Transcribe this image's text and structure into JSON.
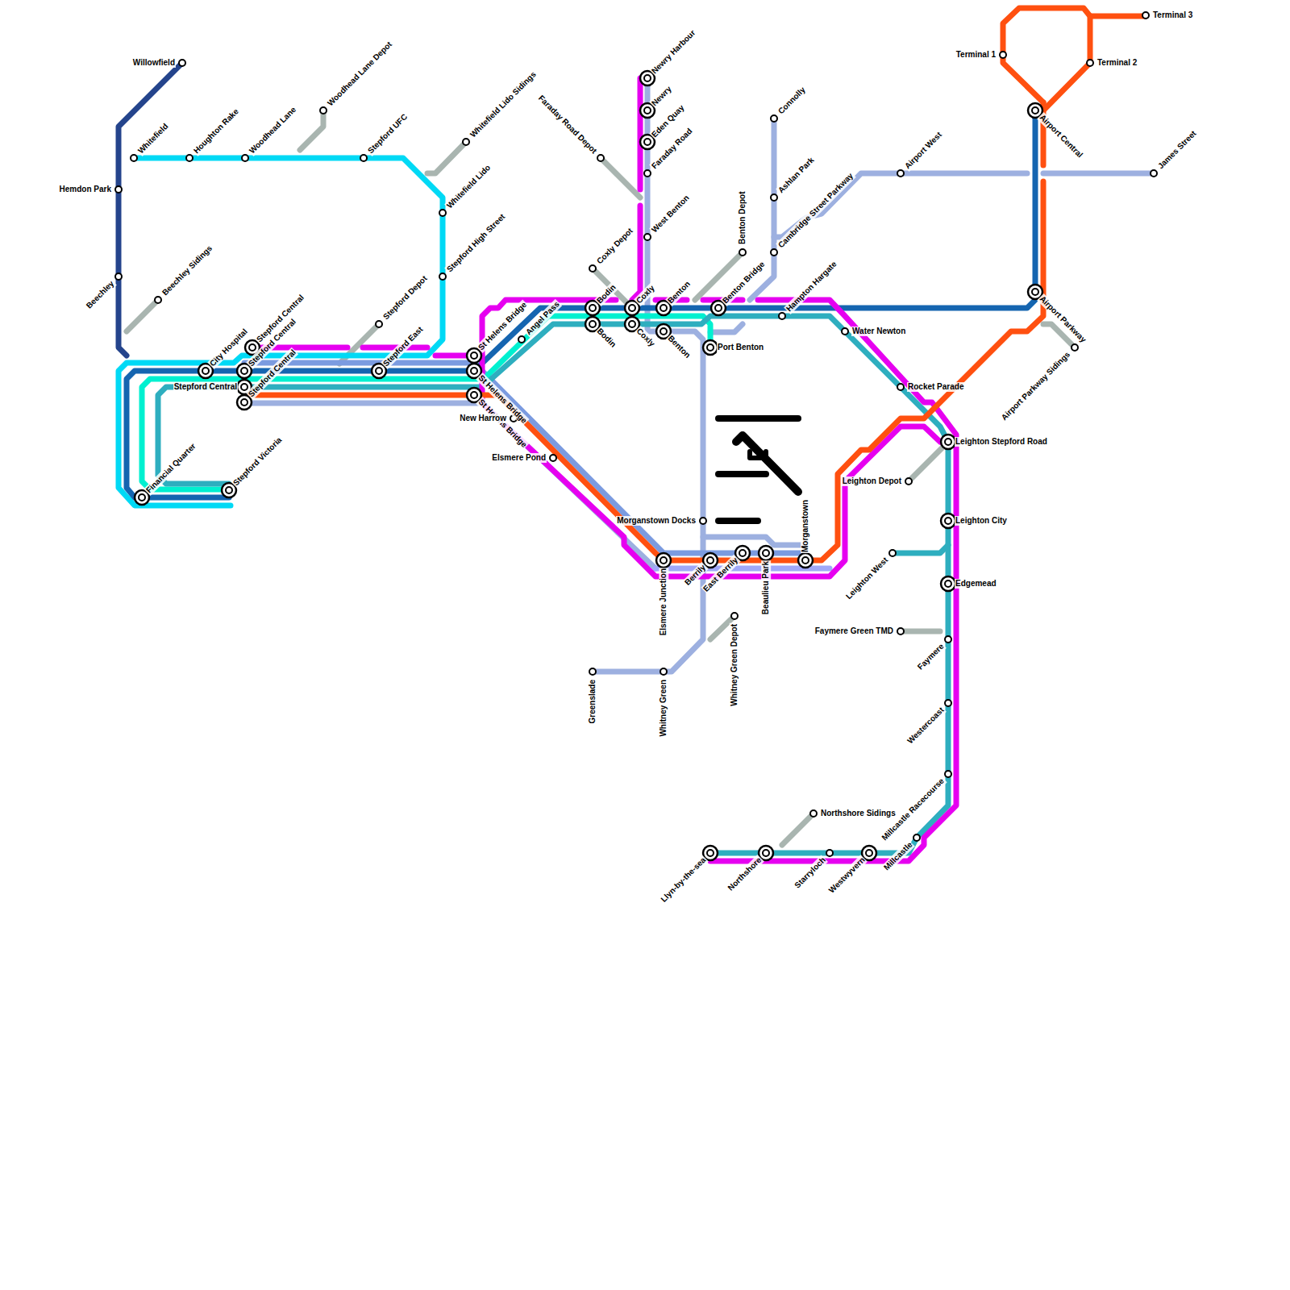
{
  "diagram": {
    "labels": [
      "Willowfield",
      "Whitefield",
      "Houghton Rake",
      "Woodhead Lane",
      "Woodhead Lane Depot",
      "Stepford UFC",
      "Whitefield Lido Sidings",
      "Whitefield Lido",
      "Stepford High Street",
      "Hemdon Park",
      "Beechley",
      "Beechley Sidings",
      "City Hospital",
      "Stepford Central",
      "Stepford Central",
      "Stepford Central",
      "Stepford Central",
      "Stepford Victoria",
      "Financial Quarter",
      "Stepford Depot",
      "Stepford East",
      "St Helens Bridge",
      "St Helens Bridge",
      "St Helens Bridge",
      "Angel Pass",
      "New Harrow",
      "Elsmere Pond",
      "Coxly Depot",
      "Bodin",
      "Bodin",
      "Coxly",
      "Coxly",
      "Benton",
      "Benton",
      "Faraday Road Depot",
      "Newry Harbour",
      "Newry",
      "Eden Quay",
      "Faraday Road",
      "West Benton",
      "Benton Depot",
      "Benton Bridge",
      "Port Benton",
      "Connolly",
      "Ashlan Park",
      "Cambridge Street Parkway",
      "Hampton Hargate",
      "Water Newton",
      "Airport West",
      "James Street",
      "Terminal 1",
      "Terminal 2",
      "Terminal 3",
      "Airport Central",
      "Airport Parkway",
      "Airport Parkway Sidings",
      "Rocket Parade",
      "Leighton Stepford Road",
      "Leighton Depot",
      "Leighton City",
      "Leighton West",
      "Edgemead",
      "Faymere Green TMD",
      "Faymere",
      "Westercoast",
      "Millcastle Racecourse",
      "Millcastle",
      "Northshore Sidings",
      "Llyn-by-the-sea",
      "Northshore",
      "Starryloch",
      "Westwyvern",
      "Morganstown Docks",
      "Morganstown",
      "Beaulieu Park",
      "East Berrily",
      "Berrily",
      "Elsmere Junction",
      "Whitney Green Depot",
      "Whitney Green",
      "Greenslade"
    ]
  }
}
